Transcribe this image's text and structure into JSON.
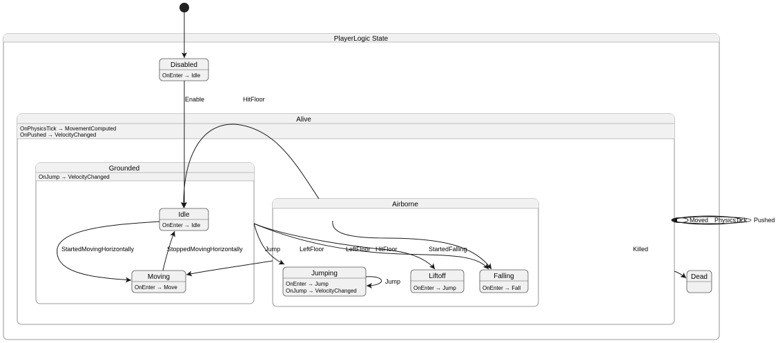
{
  "diagram": {
    "root_title": "PlayerLogic State",
    "alive": {
      "title": "Alive",
      "actions": [
        "OnPhysicsTick → MovementComputed",
        "OnPushed → VelocityChanged"
      ]
    },
    "grounded": {
      "title": "Grounded",
      "actions": [
        "OnJump → VelocityChanged"
      ]
    },
    "airborne": {
      "title": "Airborne"
    },
    "states": {
      "disabled": {
        "title": "Disabled",
        "actions": [
          "OnEnter → Idle"
        ]
      },
      "idle": {
        "title": "Idle",
        "actions": [
          "OnEnter → Idle"
        ]
      },
      "moving": {
        "title": "Moving",
        "actions": [
          "OnEnter → Move"
        ]
      },
      "jumping": {
        "title": "Jumping",
        "actions": [
          "OnEnter → Jump",
          "OnJump → VelocityChanged"
        ]
      },
      "liftoff": {
        "title": "Liftoff",
        "actions": [
          "OnEnter → Jump"
        ]
      },
      "falling": {
        "title": "Falling",
        "actions": [
          "OnEnter → Fall"
        ]
      },
      "dead": {
        "title": "Dead",
        "actions": []
      }
    },
    "transitions": {
      "enable": "Enable",
      "hitfloor_top": "HitFloor",
      "started_moving": "StartedMovingHorizontally",
      "stopped_moving": "StoppedMovingHorizontally",
      "jump": "Jump",
      "leftfloor_1": "LeftFloor",
      "leftfloor_2": "LeftFloor",
      "hitfloor_2": "HitFloor",
      "started_falling": "StartedFalling",
      "jump_self": "Jump",
      "killed": "Killed",
      "moved": "Moved",
      "physics_tick": "PhysicsTick",
      "pushed": "Pushed"
    }
  }
}
